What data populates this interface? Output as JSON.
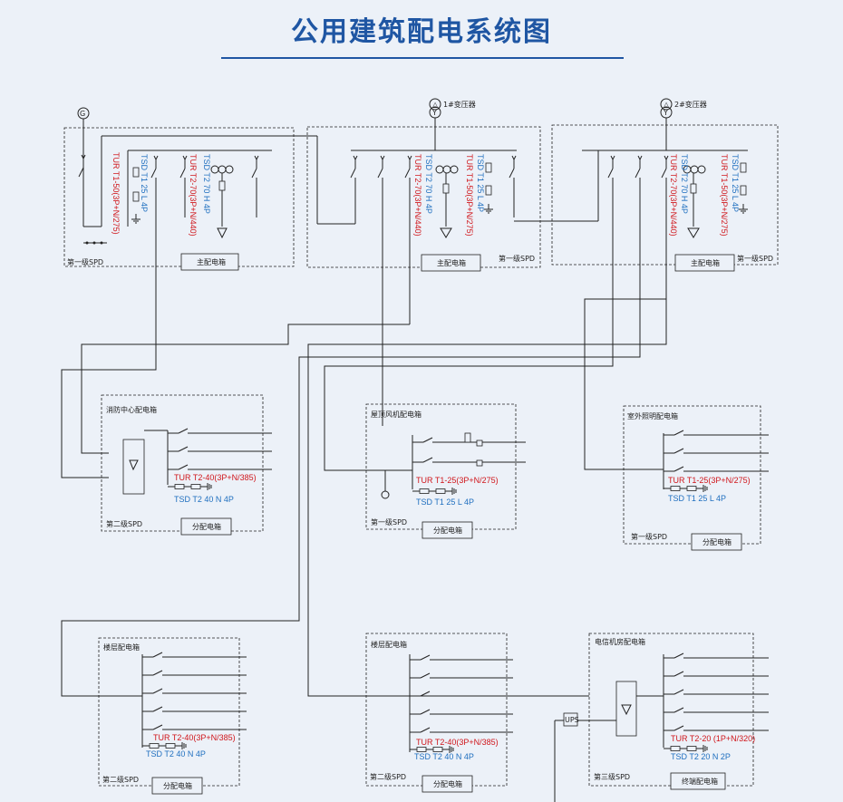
{
  "title": "公用建筑配电系统图",
  "transformers": [
    "1#变压器",
    "2#变压器"
  ],
  "main_panels": [
    {
      "name": "主配电箱",
      "spd_level": "第一级SPD",
      "spd_red_1": "TUR T1-50(3P+N/275)",
      "spd_blue_1": "TSD T1 25 L 4P",
      "spd_red_2": "TUR T2-70(3P+N/440)",
      "spd_blue_2": "TSD T2 70 H 4P"
    },
    {
      "name": "主配电箱",
      "spd_level": "第一级SPD",
      "spd_red_1": "TUR T2-70(3P+N/440)",
      "spd_blue_1": "TSD T2 70 H 4P",
      "spd_red_2": "TUR T1-50(3P+N/275)",
      "spd_blue_2": "TSD T1 25 L 4P"
    },
    {
      "name": "主配电箱",
      "spd_level": "第一级SPD",
      "spd_red_1": "TUR T2-70(3P+N/440)",
      "spd_blue_1": "TSD T2 70 H 4P",
      "spd_red_2": "TUR T1-50(3P+N/275)",
      "spd_blue_2": "TSD T1 25 L 4P"
    }
  ],
  "sub_panels": [
    {
      "title": "消防中心配电箱",
      "name": "分配电箱",
      "spd_level": "第二级SPD",
      "red": "TUR T2-40(3P+N/385)",
      "blue": "TSD T2 40 N 4P"
    },
    {
      "title": "屋顶风机配电箱",
      "name": "分配电箱",
      "spd_level": "第一级SPD",
      "red": "TUR T1-25(3P+N/275)",
      "blue": "TSD T1 25 L 4P"
    },
    {
      "title": "室外照明配电箱",
      "name": "分配电箱",
      "spd_level": "第一级SPD",
      "red": "TUR T1-25(3P+N/275)",
      "blue": "TSD T1 25 L 4P"
    },
    {
      "title": "楼层配电箱",
      "name": "分配电箱",
      "spd_level": "第二级SPD",
      "red": "TUR T2-40(3P+N/385)",
      "blue": "TSD T2 40 N 4P"
    },
    {
      "title": "楼层配电箱",
      "name": "分配电箱",
      "spd_level": "第二级SPD",
      "red": "TUR T2-40(3P+N/385)",
      "blue": "TSD T2 40 N 4P"
    },
    {
      "title": "电信机房配电箱",
      "name": "终端配电箱",
      "spd_level": "第三级SPD",
      "red": "TUR T2-20 (1P+N/320)",
      "blue": "TSD T2 20 N 2P"
    }
  ],
  "misc": {
    "ups": "UPS"
  },
  "colors": {
    "title": "#1f56a3",
    "red_label": "#d0161b",
    "blue_label": "#1f6fbf",
    "background": "#ecf1f8"
  }
}
